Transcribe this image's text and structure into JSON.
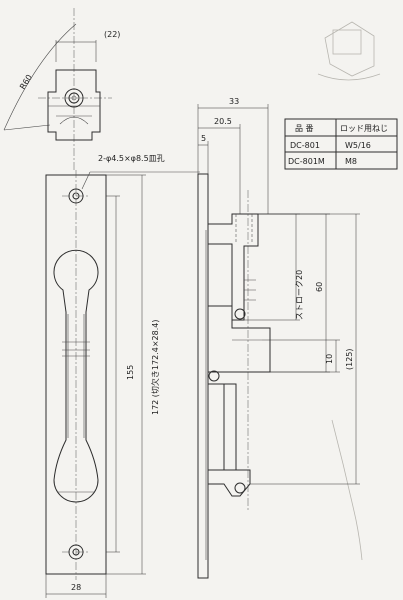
{
  "dimensions": {
    "d22": "(22)",
    "r60": "R60",
    "hole_note": "2-φ4.5×φ8.5皿孔",
    "d28": "28",
    "d155": "155",
    "d172": "172 (切欠き172.4×28.4)",
    "d33": "33",
    "d20_5": "20.5",
    "d5": "5",
    "stroke": "ストローク20",
    "d60": "60",
    "d10": "10",
    "d125": "(125)"
  },
  "table": {
    "headers": [
      "品 番",
      "ロッド用ねじ"
    ],
    "rows": [
      [
        "DC-801",
        "W5/16"
      ],
      [
        "DC-801M",
        "M8"
      ]
    ]
  }
}
